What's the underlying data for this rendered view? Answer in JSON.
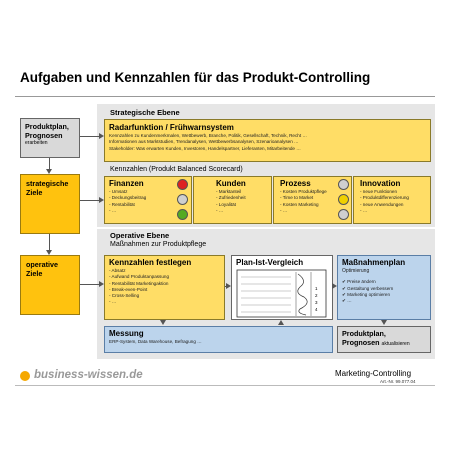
{
  "title": "Aufgaben und Kennzahlen für das Produkt-Controlling",
  "left": {
    "box1": {
      "line1": "Produktplan,",
      "line2": "Prognosen",
      "small": "erarbeiten"
    },
    "box2": {
      "line1": "strategische",
      "line2": "Ziele"
    },
    "box3": {
      "line1": "operative Ziele"
    }
  },
  "strategic": {
    "label": "Strategische Ebene",
    "radar": {
      "title": "Radarfunktion / Frühwarnsystem",
      "lines": [
        "Kennzahlen zu Kundenmerkmalen, Wettbewerb, Branche, Politik, Gesellschaft, Technik, Recht …",
        "Informationen aus Marktstudien, Trendanalysen, Wettbewerbsanalysen, Szenarioanalysen …",
        "Stakeholder: Was erwarten Kunden, Investoren, Handelspartner, Lieferanten, Mitarbeitende …"
      ]
    },
    "bsc_label": "Kennzahlen (Produkt Balanced Scorecard)",
    "bsc": [
      {
        "title": "Finanzen",
        "items": [
          "- Umsatz",
          "- Deckungsbeitrag",
          "- Rentabilität",
          "- …"
        ]
      },
      {
        "title": "Kunden",
        "items": [
          "- Marktanteil",
          "- Zufriedenheit",
          "- Loyalität",
          "- …"
        ]
      },
      {
        "title": "Prozess",
        "items": [
          "- Kosten Produktpflege",
          "- Time to Market",
          "- Kosten Marketing",
          "- …"
        ]
      },
      {
        "title": "Innovation",
        "items": [
          "- neue Funktionen",
          "- Produktdifferenzierung",
          "- neue Anwendungen",
          "- …"
        ]
      }
    ]
  },
  "operative": {
    "label": "Operative Ebene",
    "sub_label": "Maßnahmen zur Produktpflege",
    "kennzahlen": {
      "title": "Kennzahlen festlegen",
      "items": [
        "- Absatz",
        "- Aufwand Produktanpassung",
        "- Rentabilität Marketingaktion",
        "- Break-even-Point",
        "- Cross-Selling",
        "- …"
      ]
    },
    "planist": {
      "title": "Plan-Ist-Vergleich",
      "numbers": [
        "1",
        "2",
        "3",
        "4"
      ]
    },
    "massnahmen": {
      "title": "Maßnahmenplan",
      "subtitle": "Optimierung",
      "items": [
        "✔ Preise ändern",
        "✔ Gestaltung verbessern",
        "✔ Marketing optimieren",
        "✔ …"
      ]
    },
    "messung": {
      "title": "Messung",
      "text": "ERP-System, Data Warehouse, Befragung …"
    },
    "produktplan": {
      "line1": "Produktplan,",
      "line2": "Prognosen",
      "small": "aktualisieren"
    }
  },
  "footer": {
    "logo": "business-wissen.de",
    "right": "Marketing-Controlling",
    "art": "Art.-Nr. 99.077.04"
  },
  "colors": {
    "yellow_light": "#ffdd66",
    "yellow_dark": "#ffc20e",
    "blue": "#bcd4ec",
    "gray": "#d9d9d9",
    "logo_orange": "#f5a800"
  }
}
